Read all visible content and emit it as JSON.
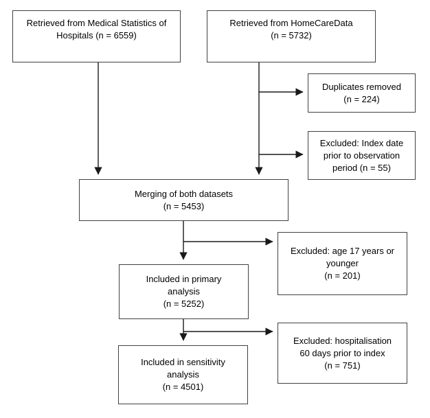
{
  "flow": {
    "background_color": "#ffffff",
    "box_border_color": "#404040",
    "arrow_color": "#1a1a1a",
    "boxes": [
      {
        "name": "retrieved-medical-statistics",
        "n": 6559,
        "lines": [
          "Retrieved from Medical Statistics of",
          "Hospitals (n = 6559)"
        ]
      },
      {
        "name": "retrieved-homecaredata",
        "n": 5732,
        "lines": [
          "Retrieved from HomeCareData",
          "(n = 5732)"
        ]
      },
      {
        "name": "duplicates-removed",
        "n": 224,
        "lines": [
          "Duplicates removed",
          "(n = 224)"
        ]
      },
      {
        "name": "excluded-index-date",
        "n": 55,
        "lines": [
          "Excluded: Index date",
          "prior to observation",
          "period (n = 55)"
        ]
      },
      {
        "name": "merging-of-datasets",
        "n": 5453,
        "lines": [
          "Merging of both datasets",
          "(n = 5453)"
        ]
      },
      {
        "name": "excluded-age",
        "n": 201,
        "lines": [
          "Excluded: age 17 years or",
          "younger",
          "(n = 201)"
        ]
      },
      {
        "name": "included-primary-analysis",
        "n": 5252,
        "lines": [
          "Included in primary",
          "analysis",
          "(n = 5252)"
        ]
      },
      {
        "name": "excluded-hospitalisation",
        "n": 751,
        "lines": [
          "Excluded: hospitalisation",
          "60 days prior to index",
          "(n = 751)"
        ]
      },
      {
        "name": "included-sensitivity-analysis",
        "n": 4501,
        "lines": [
          "Included in sensitivity",
          "analysis",
          "(n = 4501)"
        ]
      }
    ]
  }
}
